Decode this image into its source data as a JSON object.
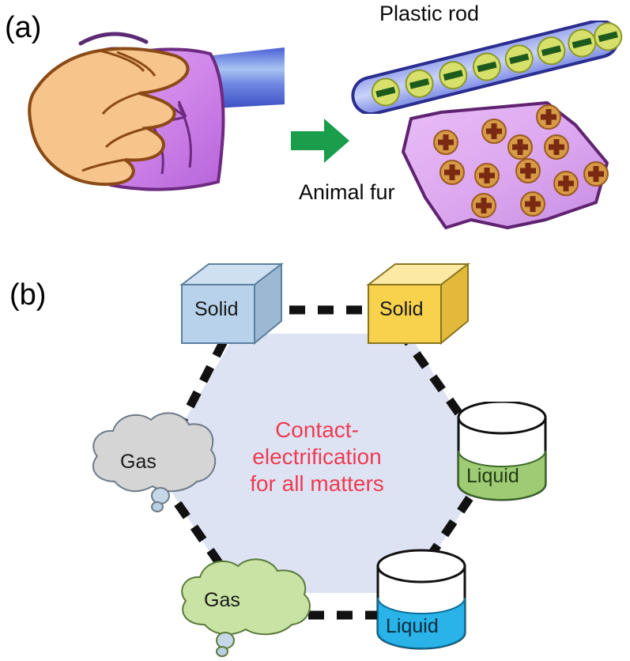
{
  "figure": {
    "panels": [
      {
        "id": "a",
        "label": "(a)"
      },
      {
        "id": "b",
        "label": "(b)"
      }
    ]
  },
  "panel_a": {
    "label": "(a)",
    "rod_label": "Plastic rod",
    "fur_label": "Animal fur",
    "arrow": {
      "name": "green-right-arrow",
      "color": "#1a9e4b",
      "direction": "right"
    },
    "rubbing_scene": {
      "hand_color": "#f7c48b",
      "cloth_color": "#d98ce8",
      "rod_color": "#6a7fe0",
      "motion_arcs": 2
    },
    "charged_rod": {
      "body_color": "#8f9ae8",
      "outline_color": "#2a2e8f",
      "charge_sign": "−",
      "charge_count": 8,
      "charge_fill": "#d7e06a",
      "charge_mark_color": "#1d5b1d"
    },
    "charged_fur": {
      "body_color": "#dba6ef",
      "outline_color": "#6d2a80",
      "charge_sign": "+",
      "charge_count": 12,
      "charge_fill": "#d79a45",
      "charge_mark_color": "#7a2a12"
    }
  },
  "panel_b": {
    "label": "(b)",
    "center_text": "Contact-\nelectrification\nfor all matters",
    "center_text_color": "#ef3b52",
    "hexagon_fill": "#dde3f3",
    "connector_style": "dashed",
    "connector_color": "#111111",
    "nodes": [
      {
        "id": "solid-blue",
        "label": "Solid",
        "shape": "cube",
        "color": "#a9c7e6",
        "position": "top-left"
      },
      {
        "id": "solid-yellow",
        "label": "Solid",
        "shape": "cube",
        "color": "#f8d24d",
        "position": "top-right"
      },
      {
        "id": "liquid-green",
        "label": "Liquid",
        "shape": "cylinder",
        "color": "#9ecb74",
        "position": "right"
      },
      {
        "id": "liquid-blue",
        "label": "Liquid",
        "shape": "cylinder",
        "color": "#29b3e8",
        "position": "bottom-right"
      },
      {
        "id": "gas-green",
        "label": "Gas",
        "shape": "cloud",
        "color": "#c8e3a3",
        "position": "bottom-left"
      },
      {
        "id": "gas-gray",
        "label": "Gas",
        "shape": "cloud",
        "color": "#d5d5d5",
        "position": "left"
      }
    ],
    "edges": [
      {
        "from": "solid-blue",
        "to": "solid-yellow"
      },
      {
        "from": "solid-yellow",
        "to": "liquid-green"
      },
      {
        "from": "liquid-green",
        "to": "liquid-blue"
      },
      {
        "from": "liquid-blue",
        "to": "gas-green"
      },
      {
        "from": "gas-green",
        "to": "gas-gray"
      },
      {
        "from": "gas-gray",
        "to": "solid-blue"
      }
    ]
  }
}
